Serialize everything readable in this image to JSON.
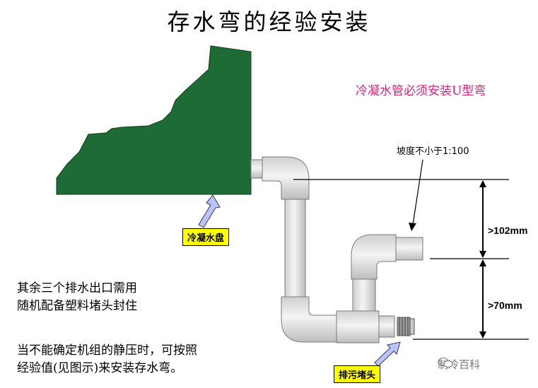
{
  "title": "存水弯的经验安装",
  "u_trap_note": "冷凝水管必须安装U型弯",
  "slope_note": "坡度不小于1:100",
  "labels": {
    "drain_pan": "冷凝水盘",
    "drain_plug": "排污堵头"
  },
  "dimensions": {
    "upper": ">102mm",
    "lower": ">70mm"
  },
  "notes": {
    "other_outlets": [
      "其余三个排水出口需用",
      "随机配备塑料堵头封住"
    ],
    "static_pressure": [
      "当不能确定机组的静压时，可按照",
      "经验值(见图示)来安装存水弯。"
    ]
  },
  "watermark": "制冷百科",
  "colors": {
    "pan": "#1e6b35",
    "pipe": "#e9e9e9",
    "pipe_stroke": "#7a7a7a",
    "arrow": "#b8c4ff",
    "tag": "#ffff00",
    "red_note": "#e0207a"
  },
  "icons": {
    "watermark": "wechat-icon"
  }
}
